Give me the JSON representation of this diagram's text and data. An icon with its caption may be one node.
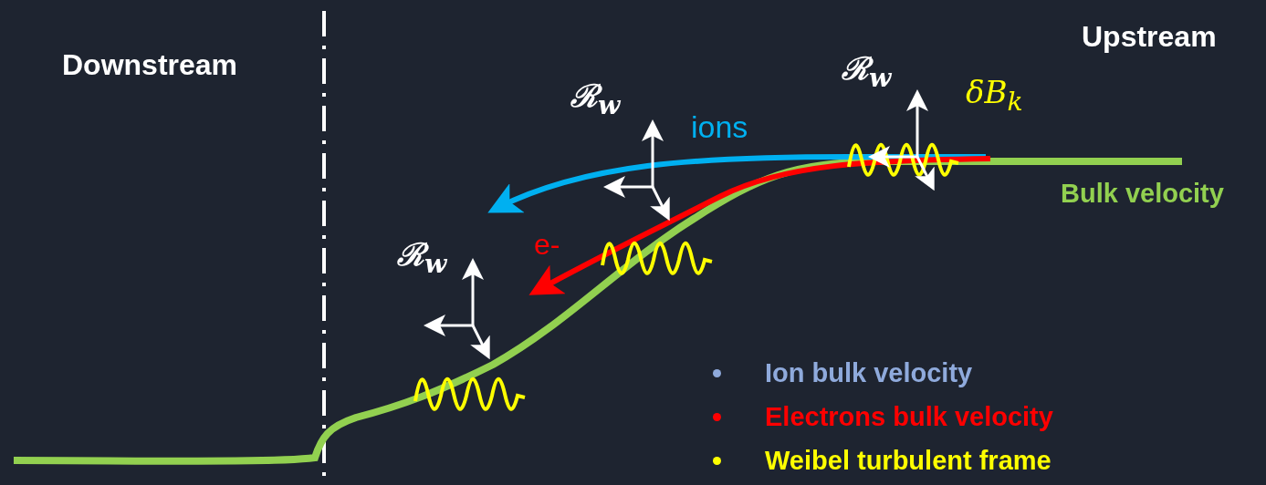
{
  "diagram": {
    "labels": [
      "Upstream",
      "Downstream",
      "ℛ$_{w}$",
      "δB$_{k}$",
      "ℛ$_{w}$",
      "ions",
      "Bulk velocity",
      "e-",
      "ℛ$_{w}$"
    ],
    "legend": [
      {
        "text": "Ion bulk velocity",
        "color": "#8faadc"
      },
      {
        "text": "Electrons bulk velocity",
        "color": "#ff0000"
      },
      {
        "text": "Weibel turbulent frame",
        "color": "#ffff00"
      }
    ]
  }
}
